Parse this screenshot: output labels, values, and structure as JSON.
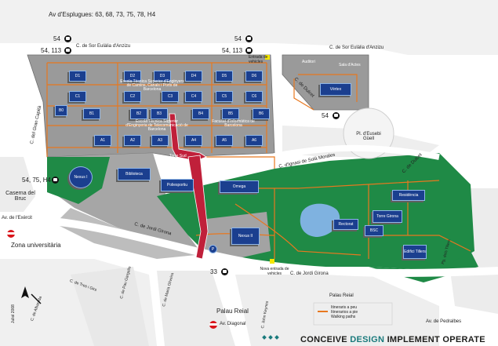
{
  "top_bus_routes": "Av d'Esplugues: 63, 68, 73, 75, 78, H4",
  "streets": {
    "sor_eulalia_1": "C. de Sor Eulàlia d'Anzizu",
    "sor_eulalia_2": "C. de Sor Eulàlia d'Anzizu",
    "del_gran_capita": "C. del Gran Capità",
    "dulcet_1": "C. de Dulcet",
    "dulcet_2": "C. de Dulcet",
    "ignasi_sola": "C. d'Ignasi de Solà Morales",
    "jordi_girona_1": "C. de Jordi Girona",
    "jordi_girona_2": "C. de Jordi Girona",
    "exercit": "Av. de l'Exèrcit",
    "tres_i_girs": "C. de Tres i Girs",
    "albareda": "C. de Albareda",
    "pau_gargallo": "C. de Pau Gargallo",
    "maria_oliveira": "C. de Maria Oliveira",
    "john_keynes": "C. John Keynes",
    "tillers": "Pg. dels Tillers",
    "pedralbes": "Av. de Pedralbes",
    "palau_reial_st": "Palau Reial",
    "diagonal": "Av. Diagonal",
    "pl_eusebi_guell": "Pl. d'Eusebi Güell"
  },
  "bus_stops": {
    "s54_left": "54",
    "s54_113_left": "54, 113",
    "s54_right": "54",
    "s54_113_right": "54, 113",
    "s54_vertex": "54",
    "s54_75_h4": "54, 75, H4",
    "s33": "33"
  },
  "places": {
    "caserna": "Caserna del Bruc",
    "zona_universitaria": "Zona universitària",
    "palau_reial": "Palau Reial",
    "entrada_vehicles": "Entrada de vehicles",
    "nova_entrada": "Nova entrada de vehicles",
    "escola_tecnica": "Escola Tècnica Superior d'Enginyers de Camins, Canals i Ports de Barcelona",
    "escola_telecom": "Escola Tècnica Superior d'Enginyeria de Telecomunicació de Barcelona",
    "facultat_informatica": "Facultat d'Informàtica de Barcelona",
    "auditori": "Auditori",
    "sala_actes": "Sala d'Actes",
    "torre_sud": "Torre Sud",
    "date_credit": "Juliol 2008"
  },
  "buildings": {
    "row1": [
      "D1",
      "D2",
      "D3",
      "D4",
      "D5",
      "D6"
    ],
    "row2": [
      "C1",
      "C2",
      "C3",
      "C4",
      "C5",
      "C6"
    ],
    "row3": [
      "B1",
      "B2",
      "B3",
      "B4",
      "B5",
      "B6"
    ],
    "row4": [
      "A1",
      "A2",
      "A3",
      "A4",
      "A5",
      "A6"
    ],
    "b0": "B0",
    "c3_small": "C3",
    "biblioteca": "Biblioteca",
    "poliesportiu": "Poliesportiu",
    "omega": "Omega",
    "nexus1": "Nexus I",
    "nexus2": "Nexus II",
    "vertex": "Vèrtex",
    "rectorat": "Rectorat",
    "bsc": "BSC",
    "torre_girona": "Torre Girona",
    "residencia": "Residència",
    "edifici_tillers": "Edifici Tillers",
    "p_parking": "P"
  },
  "legend": {
    "line1": "Itineraris a peu",
    "line2": "Itinerarios a pie",
    "line3": "Walking paths"
  },
  "tagline": {
    "part1": "CONCEIVE",
    "part2": "DESIGN",
    "part3": "IMPLEMENT",
    "part4": "OPERATE"
  },
  "colors": {
    "building": "#1b3f8f",
    "path": "#e8781f",
    "route": "#c0203a",
    "green": "#1f8a46",
    "campus": "#9a9a9a"
  }
}
